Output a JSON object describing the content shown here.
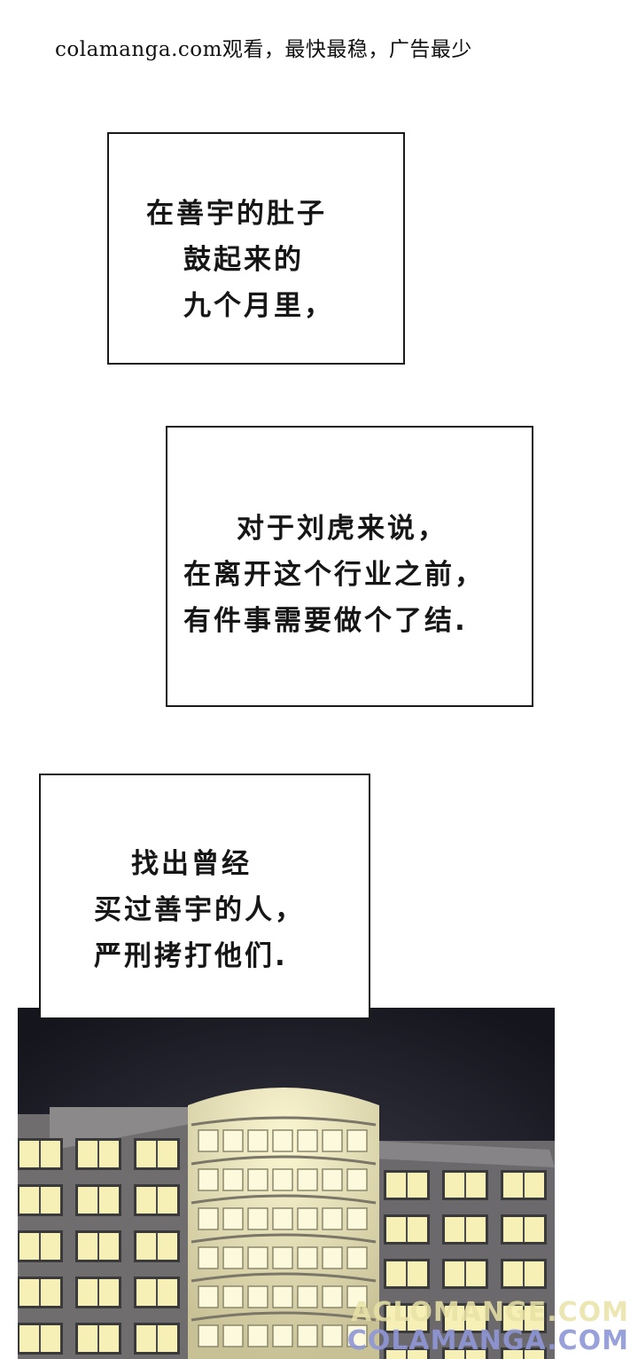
{
  "header": {
    "text": "colamanga.com观看，最快最稳，广告最少"
  },
  "captions": [
    {
      "lines": [
        "在善宇的肚子",
        "鼓起来的",
        "九个月里，"
      ]
    },
    {
      "lines": [
        "对于刘虎来说，",
        "在离开这个行业之前，",
        "有件事需要做个了结."
      ]
    },
    {
      "lines": [
        "找出曾经",
        "买过善宇的人，",
        "严刑拷打他们."
      ]
    }
  ],
  "watermarks": {
    "upper": "ACLOMANGE.COM",
    "lower": "COLAMANGA.COM"
  },
  "colors": {
    "night_sky": "#1b1b26",
    "window_light": "#f6f0b6",
    "building": "#6d6b6d"
  }
}
